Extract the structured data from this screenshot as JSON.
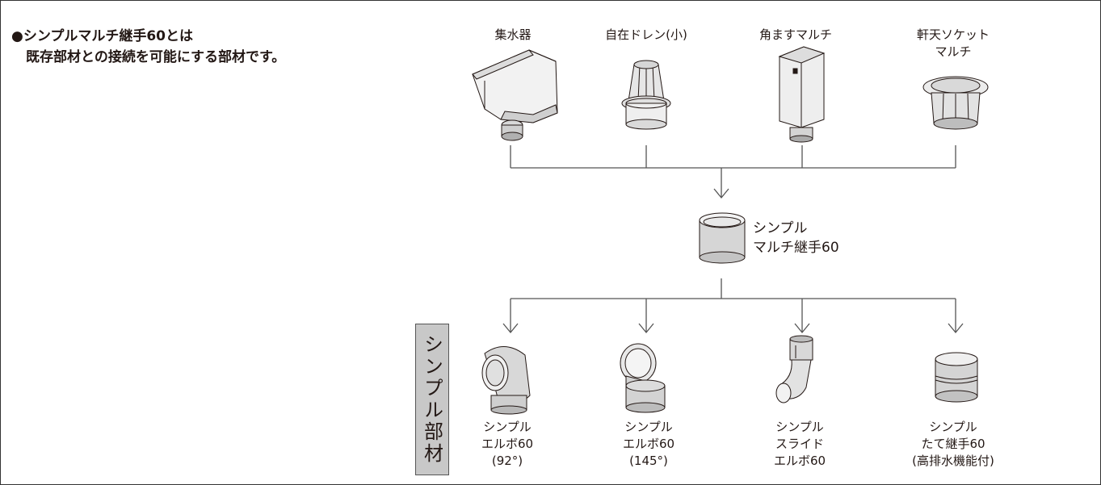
{
  "intro": {
    "line1": "●シンプルマルチ継手60とは",
    "line2": "既存部材との接続を可能にする部材です。"
  },
  "top_items": [
    {
      "lines": [
        "集水器"
      ]
    },
    {
      "lines": [
        "自在ドレン(小)"
      ]
    },
    {
      "lines": [
        "角ますマルチ"
      ]
    },
    {
      "lines": [
        "軒天ソケット",
        "マルチ"
      ]
    }
  ],
  "center_item": {
    "lines": [
      "シンプル",
      "マルチ継手60"
    ]
  },
  "side_label": "シンプル部材",
  "bottom_items": [
    {
      "lines": [
        "シンプル",
        "エルボ60",
        "(92°)"
      ]
    },
    {
      "lines": [
        "シンプル",
        "エルボ60",
        "(145°)"
      ]
    },
    {
      "lines": [
        "シンプル",
        "スライド",
        "エルボ60"
      ]
    },
    {
      "lines": [
        "シンプル",
        "たて継手60",
        "(高排水機能付)"
      ]
    }
  ],
  "colors": {
    "line": "#555555",
    "text": "#231815",
    "side_box": "#c8c8c8"
  }
}
